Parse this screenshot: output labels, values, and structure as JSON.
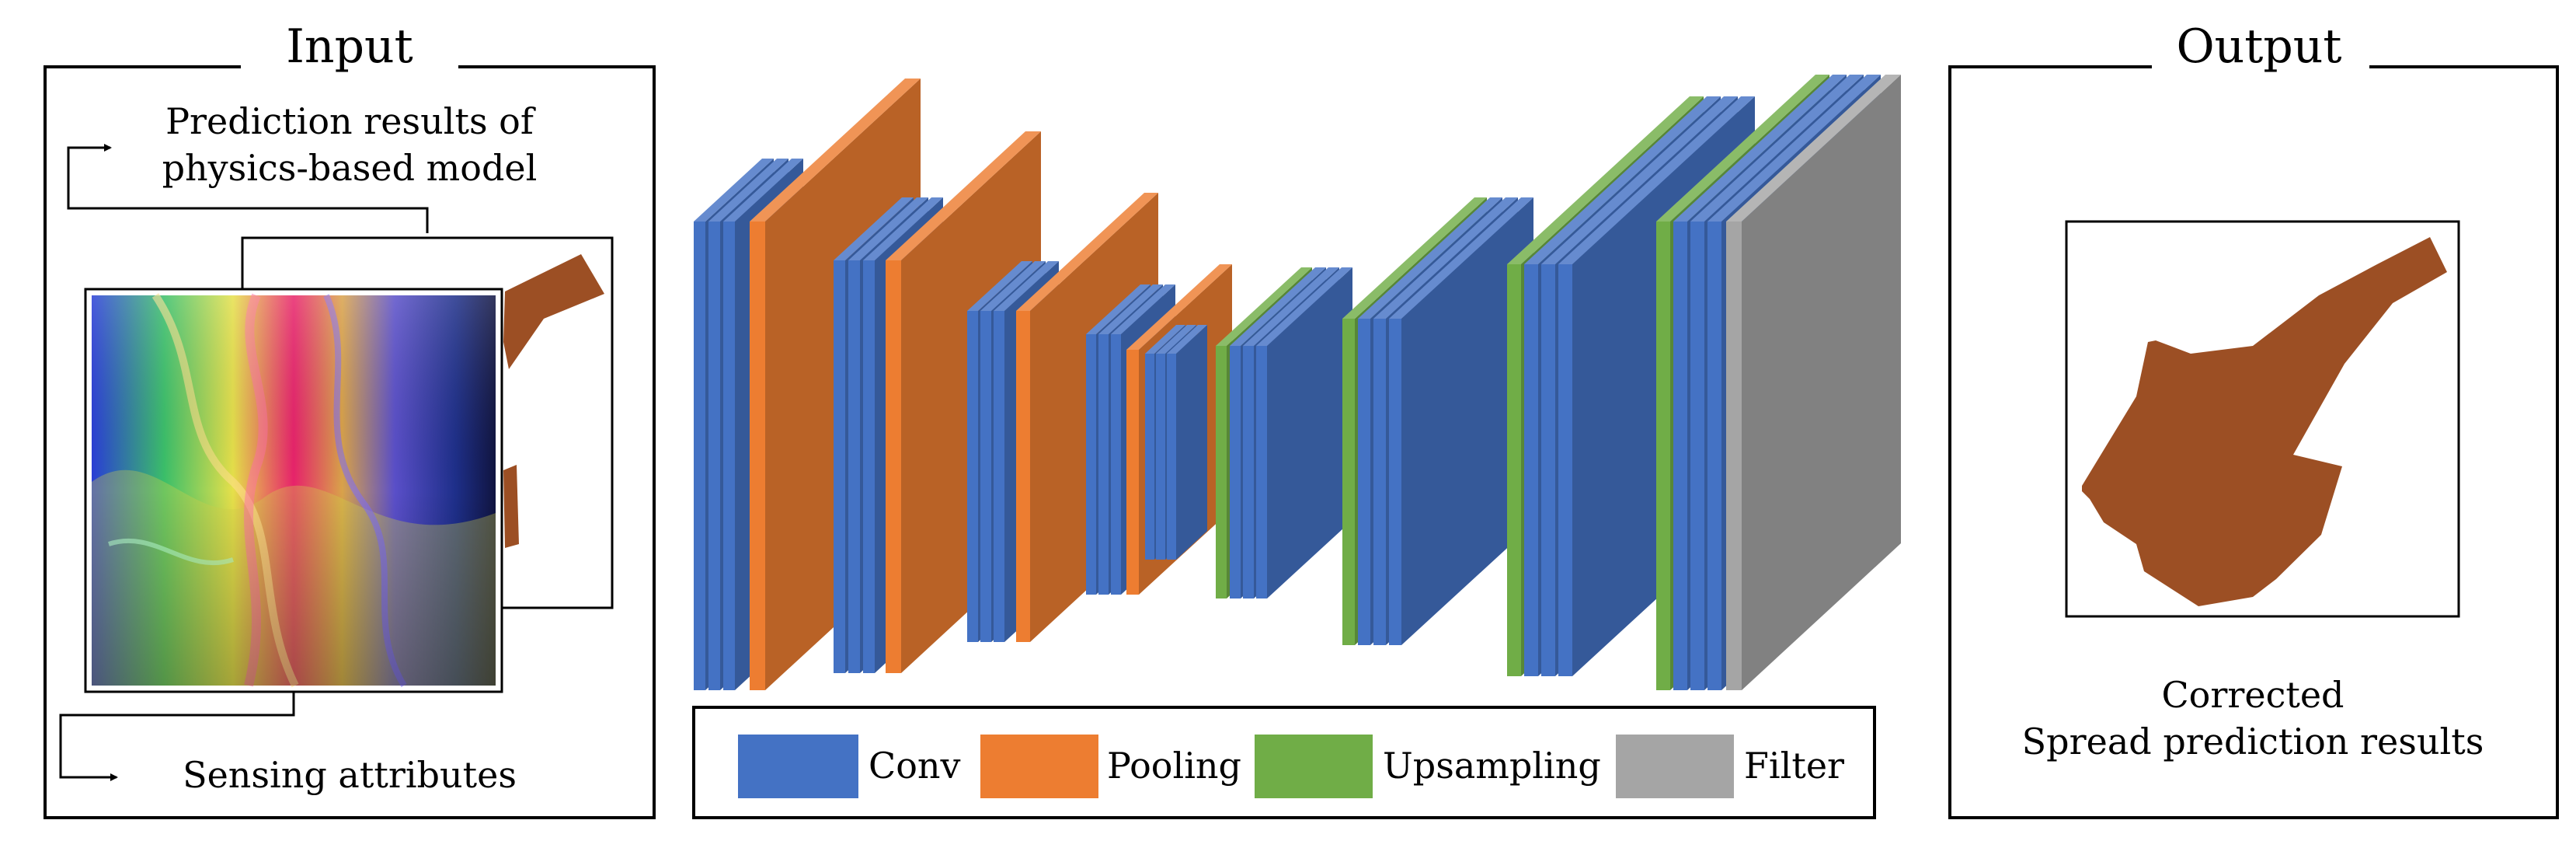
{
  "input_panel": {
    "title": "Input",
    "prediction_label_line1": "Prediction results of",
    "prediction_label_line2": "physics-based model",
    "sensing_label": "Sensing attributes"
  },
  "output_panel": {
    "title": "Output",
    "result_label_line1": "Corrected",
    "result_label_line2": "Spread prediction results"
  },
  "legend": {
    "conv": "Conv",
    "pooling": "Pooling",
    "upsampling": "Upsampling",
    "filter": "Filter"
  },
  "colors": {
    "conv": "#4472C4",
    "pooling": "#ED7D31",
    "upsampling": "#70AD47",
    "filter": "#A5A5A5",
    "burn_area": "#9C4F24"
  }
}
